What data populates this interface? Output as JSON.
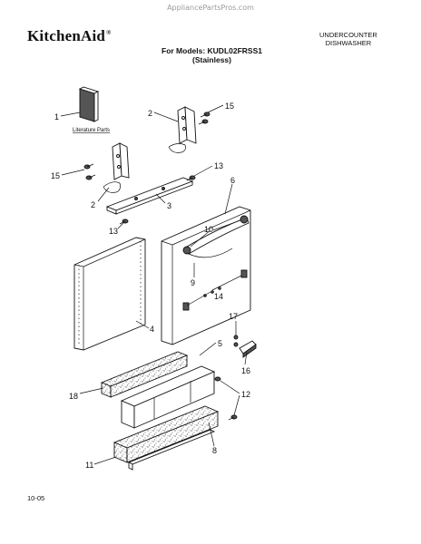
{
  "header": {
    "watermark": "AppliancePartsPros.com",
    "brand": "KitchenAid",
    "brand_mark": "®",
    "models_line1": "For Models: KUDL02FRSS1",
    "models_line2": "(Stainless)",
    "product_line1": "UNDERCOUNTER",
    "product_line2": "DISHWASHER"
  },
  "footer": {
    "date_code": "10-05"
  },
  "diagram": {
    "literature_label": "Literature Parts",
    "callouts": {
      "c1": "1",
      "c2a": "2",
      "c2b": "2",
      "c3": "3",
      "c4": "4",
      "c5": "5",
      "c6": "6",
      "c8": "8",
      "c9": "9",
      "c10": "10",
      "c11": "11",
      "c12": "12",
      "c13a": "13",
      "c13b": "13",
      "c14": "14",
      "c15a": "15",
      "c15b": "15",
      "c16": "16",
      "c17": "17",
      "c18": "18"
    }
  }
}
